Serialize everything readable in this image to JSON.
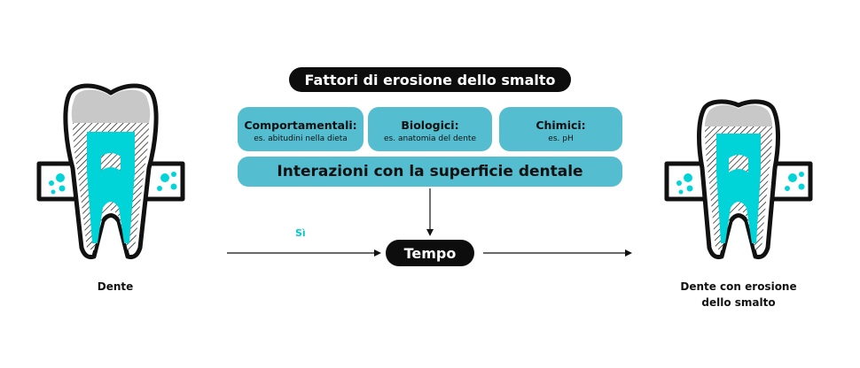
{
  "header": {
    "title": "Fattori di erosione dello smalto"
  },
  "factors": [
    {
      "title": "Comportamentali:",
      "example": "es. abitudini nella dieta"
    },
    {
      "title": "Biologici:",
      "example": "es. anatomia del dente"
    },
    {
      "title": "Chimici:",
      "example": "es. pH"
    }
  ],
  "interaction": {
    "label": "Interazioni con la superficie dentale"
  },
  "flow": {
    "yes_label": "Sì",
    "time_label": "Tempo"
  },
  "teeth": {
    "left_caption": "Dente",
    "right_caption_line1": "Dente con erosione",
    "right_caption_line2": "dello smalto"
  },
  "colors": {
    "accent": "#00d4d8",
    "box": "#55bdd0",
    "dark": "#0d0d0d",
    "enamel": "#c8c8c8"
  },
  "icons": [
    "healthy-tooth-icon",
    "eroded-tooth-icon",
    "arrow-right-icon",
    "arrow-down-icon"
  ]
}
